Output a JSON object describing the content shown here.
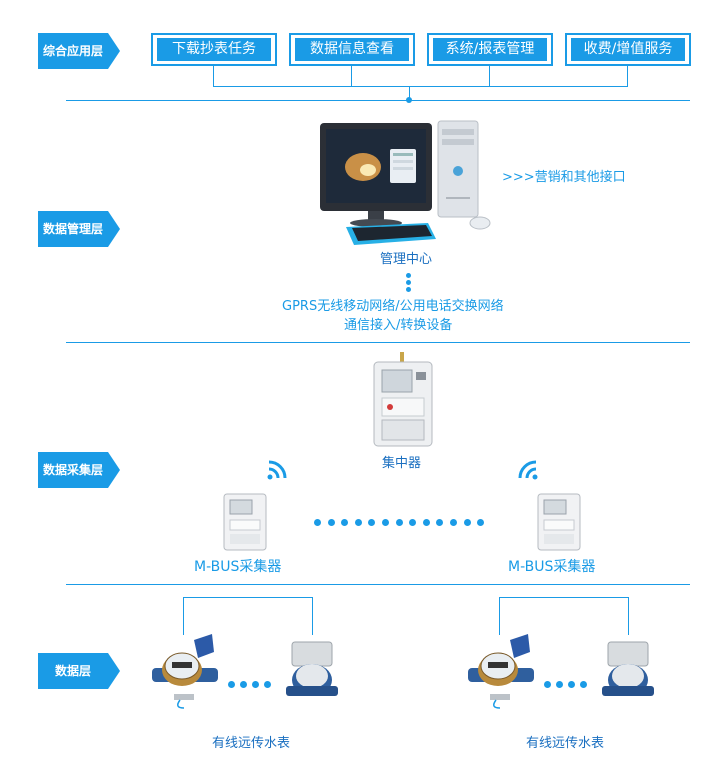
{
  "layers": {
    "app": "综合应用层",
    "management": "数据管理层",
    "collection": "数据采集层",
    "data": "数据层"
  },
  "app_buttons": [
    "下载抄表任务",
    "数据信息查看",
    "系统/报表管理",
    "收费/增值服务"
  ],
  "management_center": "管理中心",
  "interface_text": ">>>营销和其他接口",
  "network_line1": "GPRS无线移动网络/公用电话交换网络",
  "network_line2": "通信接入/转换设备",
  "concentrator": "集中器",
  "collector_left": "M-BUS采集器",
  "collector_right": "M-BUS采集器",
  "meter_left": "有线远传水表",
  "meter_right": "有线远传水表",
  "colors": {
    "accent": "#1a9be6"
  }
}
